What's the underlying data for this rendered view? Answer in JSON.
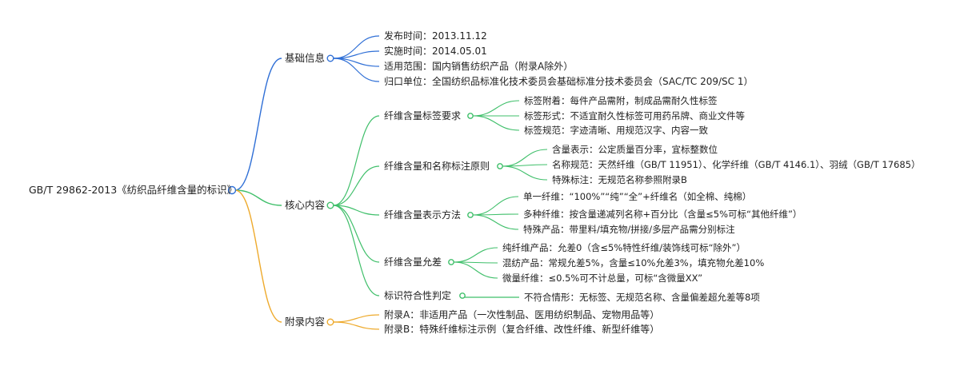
{
  "colors": {
    "blue": "#2f6fd6",
    "green": "#3fbf6a",
    "orange": "#eeaa2c",
    "text": "#1f1f1f",
    "background": "#ffffff"
  },
  "mindmap": {
    "root": {
      "label": "GB/T 29862-2013《纺织品纤维含量的标识》",
      "children": [
        {
          "label": "基础信息",
          "color": "blue",
          "children": [
            {
              "label": "发布时间：2013.11.12"
            },
            {
              "label": "实施时间：2014.05.01"
            },
            {
              "label": "适用范围：国内销售纺织产品（附录A除外）"
            },
            {
              "label": "归口单位：全国纺织品标准化技术委员会基础标准分技术委员会（SAC/TC 209/SC 1）"
            }
          ]
        },
        {
          "label": "核心内容",
          "color": "green",
          "children": [
            {
              "label": "纤维含量标签要求",
              "children": [
                {
                  "label": "标签附着：每件产品需附，制成品需耐久性标签"
                },
                {
                  "label": "标签形式：不适宜耐久性标签可用药吊牌、商业文件等"
                },
                {
                  "label": "标签规范：字迹清晰、用规范汉字、内容一致"
                }
              ]
            },
            {
              "label": "纤维含量和名称标注原则",
              "children": [
                {
                  "label": "含量表示：公定质量百分率，宜标整数位"
                },
                {
                  "label": "名称规范：天然纤维（GB/T 11951）、化学纤维（GB/T 4146.1）、羽绒（GB/T 17685）"
                },
                {
                  "label": "特殊标注：无规范名称参照附录B"
                }
              ]
            },
            {
              "label": "纤维含量表示方法",
              "children": [
                {
                  "label": "单一纤维：“100%”“纯”“全”+纤维名（如全棉、纯棉）"
                },
                {
                  "label": "多种纤维：按含量递减列名称+百分比（含量≤5%可标“其他纤维”）"
                },
                {
                  "label": "特殊产品：带里料/填充物/拼接/多层产品需分别标注"
                }
              ]
            },
            {
              "label": "纤维含量允差",
              "children": [
                {
                  "label": "纯纤维产品：允差0（含≤5%特性纤维/装饰线可标“除外”）"
                },
                {
                  "label": "混纺产品：常规允差5%，含量≤10%允差3%，填充物允差10%"
                },
                {
                  "label": "微量纤维：≤0.5%可不计总量，可标“含微量XX”"
                }
              ]
            },
            {
              "label": "标识符合性判定",
              "children": [
                {
                  "label": "不符合情形：无标签、无规范名称、含量偏差超允差等8项"
                }
              ]
            }
          ]
        },
        {
          "label": "附录内容",
          "color": "orange",
          "children": [
            {
              "label": "附录A：非适用产品（一次性制品、医用纺织制品、宠物用品等）"
            },
            {
              "label": "附录B：特殊纤维标注示例（复合纤维、改性纤维、新型纤维等）"
            }
          ]
        }
      ]
    }
  }
}
